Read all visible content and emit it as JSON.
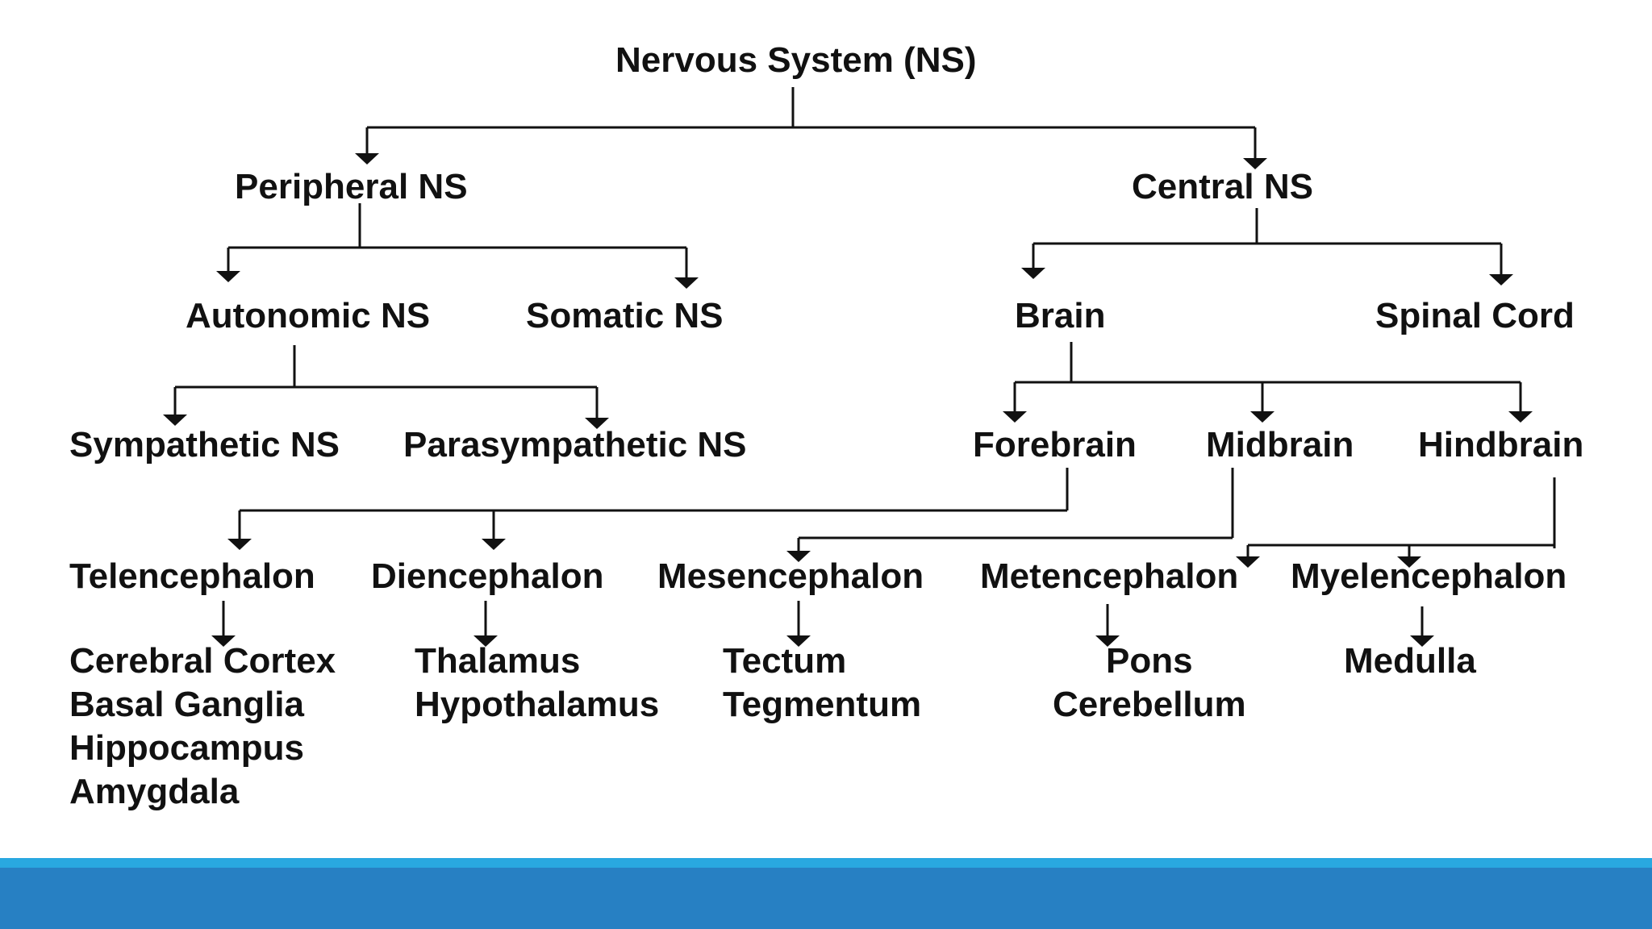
{
  "diagram": {
    "nodes": {
      "root": "Nervous System (NS)",
      "peripheral": "Peripheral NS",
      "central": "Central NS",
      "autonomic": "Autonomic NS",
      "somatic": "Somatic NS",
      "brain": "Brain",
      "spinal_cord": "Spinal Cord",
      "sympathetic": "Sympathetic NS",
      "parasympathetic": "Parasympathetic NS",
      "forebrain": "Forebrain",
      "midbrain": "Midbrain",
      "hindbrain": "Hindbrain",
      "telencephalon": "Telencephalon",
      "diencephalon": "Diencephalon",
      "mesencephalon": "Mesencephalon",
      "metencephalon": "Metencephalon",
      "myelencephalon": "Myelencephalon"
    },
    "leaves": {
      "telencephalon": [
        "Cerebral Cortex",
        "Basal Ganglia",
        "Hippocampus",
        "Amygdala"
      ],
      "diencephalon": [
        "Thalamus",
        "Hypothalamus"
      ],
      "mesencephalon": [
        "Tectum",
        "Tegmentum"
      ],
      "metencephalon": [
        "Pons",
        "Cerebellum"
      ],
      "myelencephalon": [
        "Medulla"
      ]
    }
  },
  "colors": {
    "text": "#111111",
    "connector": "#111111",
    "footer_accent": "#29a8e0",
    "footer_band": "#2780c3",
    "background": "#ffffff"
  }
}
